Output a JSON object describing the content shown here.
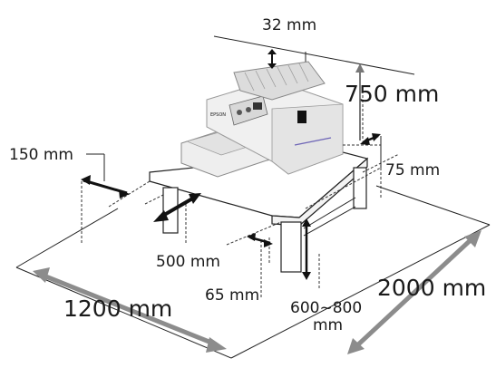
{
  "labels": {
    "top_gap": "32 mm",
    "height_above": "750 mm",
    "side_gap": "150 mm",
    "right_gap": "75 mm",
    "front_depth": "500 mm",
    "leg_gap": "65 mm",
    "table_height_line1": "600~800",
    "table_height_line2": "mm",
    "width_total": "1200 mm",
    "depth_total": "2000 mm"
  },
  "printer_badge": "EPSON",
  "colors": {
    "printer_body": "#f0f0f0",
    "printer_shadow": "#c9c9c9",
    "table_top": "#ffffff",
    "line": "#222222",
    "big_arrow": "#8c8c8c"
  }
}
